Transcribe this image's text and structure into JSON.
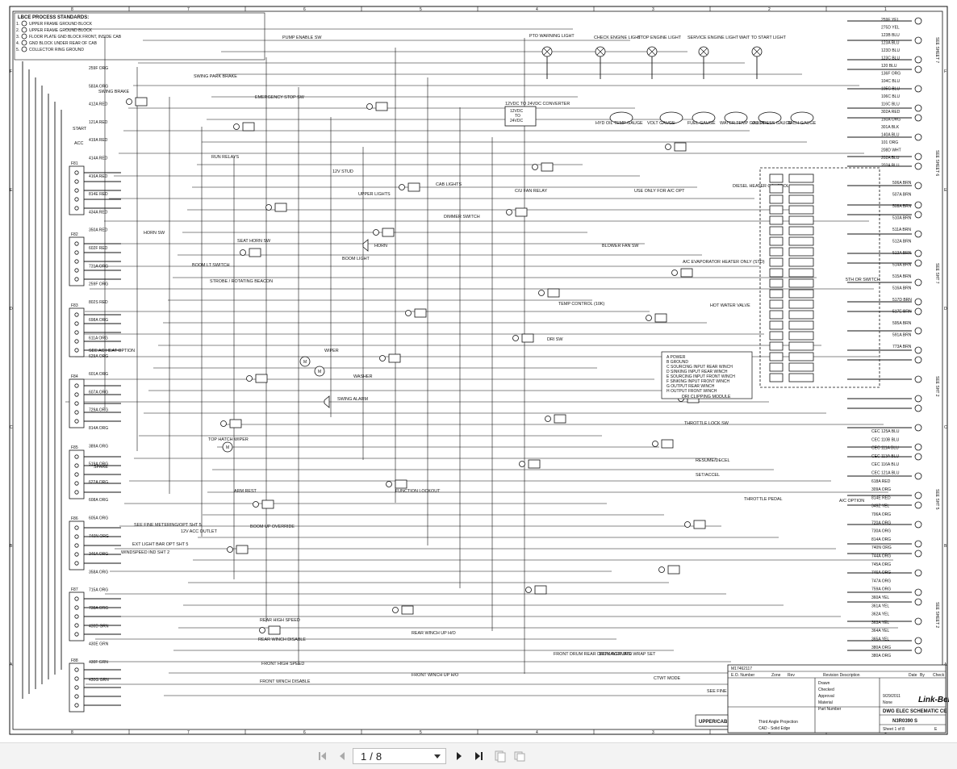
{
  "document": {
    "title_block": {
      "standards_title": "LBCE PROCESS STANDARDS:",
      "standards": [
        "UPPER FRAME GROUND BLOCK",
        "UPPER FRAME GROUND BLOCK",
        "FLOOR PLATE GND BLOCK FRONT, INSIDE CAB",
        "GND BLOCK UNDER REAR OF CAB",
        "COLLECTOR RING GROUND"
      ],
      "drawing_title": "DWG ELEC SCHEMATIC CE",
      "drawing_number": "N3R0390 S",
      "sheet": "Sheet 1 of 8",
      "rev": "E",
      "date": "9/29/2011",
      "scale": "None",
      "cad": "CAD - Solid Edge",
      "projection": "Third Angle Projection",
      "area": "UPPER/CAB",
      "part_ref": "M17462117",
      "company": "Link-Belt",
      "eo_header": [
        "E.O. Number",
        "Zone",
        "Rev",
        "Revision Description",
        "Date",
        "By",
        "Check"
      ],
      "form_labels": [
        "Drawn",
        "Checked",
        "Approval",
        "Material",
        "Part Number"
      ]
    },
    "zones_top": [
      "8",
      "7",
      "6",
      "5",
      "4",
      "3",
      "2",
      "1"
    ],
    "zones_side": [
      "F",
      "E",
      "D",
      "C",
      "B",
      "A"
    ],
    "component_labels": [
      "PUMP ENABLE SW",
      "PTO WARNING LIGHT",
      "CHECK ENGINE LIGHT",
      "STOP ENGINE LIGHT",
      "SERVICE ENGINE LIGHT",
      "WAIT TO START LIGHT",
      "SWING PARK BRAKE",
      "SWING BRAKE",
      "EMERGENCY STOP SW",
      "START",
      "ACC",
      "RUN RELAYS",
      "12V STUD",
      "CAB LIGHTS",
      "UPPER LIGHTS",
      "DIMMER SWITCH",
      "HORN SW",
      "HORN",
      "SEAT HORN SW",
      "BOOM LT SWITCH",
      "BOOM LIGHT",
      "STROBE / ROTATING BEACON",
      "WIPER",
      "WASHER",
      "SWING ALARM",
      "TOP HATCH WIPER",
      "ARM REST",
      "FUNCTION LOCKOUT",
      "BOOM UP OVERRIDE",
      "REAR HIGH SPEED",
      "REAR WINCH DISABLE",
      "REAR WINCH UP H/O",
      "FRONT HIGH SPEED",
      "FRONT WINCH DISABLE",
      "FRONT WINCH UP H/O",
      "FRONT DRUM REAR DRUM ACTIVATE",
      "1ST LAYER 3RD WRAP SET",
      "CTWT MODE",
      "SEE FINE METERING SHT 5",
      "12VDC TO 24VDC CONVERTER",
      "VOLT GAUGE",
      "FUEL GAUGE",
      "WATER TEMP GAUGE",
      "OIL PRESS GAUGE",
      "TACH GAUGE",
      "HYD OIL TEMP GAUGE",
      "BLOWER FAN SW",
      "A/C EVAPORATOR HEATER ONLY (STD)",
      "TEMP CONTROL (10K)",
      "HOT WATER VALVE",
      "DRI SW",
      "DRI CLIPPING MODULE",
      "THROTTLE LOCK SW",
      "RESUME/DECEL",
      "SET/ACCEL",
      "THROTTLE PEDAL",
      "A/C OPTION",
      "DIESEL HEATER CONTROL",
      "5TH OR SWITCH",
      "C/U FAN RELAY",
      "USE ONLY FOR A/C OPT",
      "12V ACC OUTLET",
      "EXT LIGHT BAR OPT SHT 5",
      "WINDSPEED IND SHT 2",
      "SEE FINE METERING/OPT SHT 5",
      "SEE AC HEAT OPTION",
      "SPARE"
    ],
    "dri_module_legend": [
      "A  POWER",
      "B  GROUND",
      "C  SOURCING INPUT REAR WINCH",
      "D  SINKING INPUT REAR WINCH",
      "E  SOURCING INPUT FRONT WINCH",
      "F  SINKING INPUT FRONT WINCH",
      "G  OUTPUT REAR WINCH",
      "H  OUTPUT FRONT WINCH"
    ],
    "fuses": [
      "F81",
      "F82",
      "F83",
      "F84",
      "F85",
      "F86",
      "F87",
      "F88"
    ],
    "sheet_refs_right": [
      "SEE SHEET 7",
      "SEE SHEET 6",
      "SEE SHT 7",
      "SEE SHT 2",
      "SEE SHT 5",
      "SEE SHEET 2"
    ],
    "wires_right_top": [
      "259E YEL",
      "275D YEL",
      "123B BLU",
      "123A BLU",
      "123D BLU",
      "123C BLU",
      "120 BLU",
      "136F ORG",
      "104C BLU",
      "105C BLU",
      "106C BLU",
      "116C BLU",
      "302A RED",
      "150A ORG",
      "301A BLK",
      "140A BLU",
      "101 ORG",
      "208D WHT",
      "202A BLU",
      "203A BLU"
    ],
    "wires_right_mid": [
      "506A BRN",
      "507A BRN",
      "508A BRN",
      "510A BRN",
      "511A BRN",
      "512A BRN",
      "513A BRN",
      "514A BRN",
      "515A BRN",
      "516A BRN",
      "517D BRN",
      "517E BRN",
      "595A BRN",
      "591A BRN",
      "773A BRN"
    ],
    "wires_right_bottom": [
      "CEC 125A BLU",
      "CEC 110B BLU",
      "CEC 111A BLU",
      "CEC 113A BLU",
      "CEC 116A BLU",
      "CEC 121A BLU",
      "618A RED",
      "309A ORG",
      "814E RED",
      "349Z YEL",
      "706A ORG",
      "720A ORG",
      "730A ORG",
      "814A ORG",
      "740N ORG",
      "744A ORG",
      "745A ORG",
      "746A ORG",
      "747A ORG",
      "759A ORG",
      "360A YEL",
      "361A YEL",
      "362A YEL",
      "363A YEL",
      "364A YEL",
      "365A YEL",
      "380A ORG",
      "380A ORG"
    ],
    "wires_left": [
      "259F ORG",
      "583A ORG",
      "412A RED",
      "121A RED",
      "419A RED",
      "414A RED",
      "416A RED",
      "814E RED",
      "434A RED",
      "350A RED",
      "602F RED",
      "731A ORG",
      "259F ORG",
      "802S RED",
      "698A ORG",
      "611A ORG",
      "629A ORG",
      "601A ORG",
      "607A ORG",
      "729A ORG",
      "814A ORG",
      "389A ORG",
      "519A ORG",
      "622A ORG",
      "608A ORG",
      "605A ORG",
      "740N ORG",
      "346A ORG",
      "358A ORG",
      "715A ORG",
      "738A ORG",
      "430D GRN",
      "430E GRN",
      "430F GRN",
      "430G GRN"
    ]
  },
  "viewer": {
    "current_page": "1",
    "page_separator": "/",
    "total_pages": "8"
  }
}
